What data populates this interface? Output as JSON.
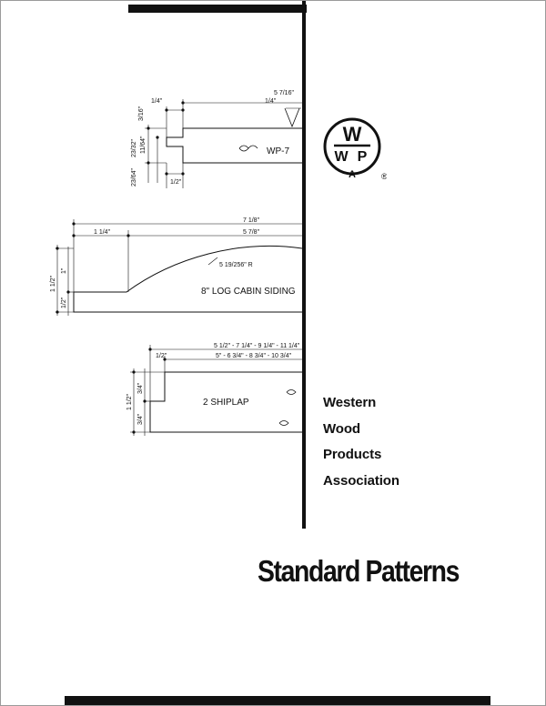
{
  "cover": {
    "title": "Standard Patterns",
    "organization": [
      "Western",
      "Wood",
      "Products",
      "Association"
    ]
  },
  "logo": {
    "letters": [
      "W",
      "W",
      "P",
      "A"
    ],
    "registered_mark": "®"
  },
  "drawings": {
    "wp7": {
      "label": "WP-7",
      "dims": {
        "overall": "5 7/16\"",
        "left_offset": "1/4\"",
        "right_offset": "1/4\"",
        "top_edge": "3/16\"",
        "v1": "23/32\"",
        "v2": "11/64\"",
        "v3": "23/64\"",
        "bottom": "1/2\""
      }
    },
    "log_cabin": {
      "label": "8\" LOG CABIN SIDING",
      "dims": {
        "overall": "7 1/8\"",
        "flat": "1 1/4\"",
        "face": "5 7/8\"",
        "radius": "5 19/256\" R",
        "thickness": "1 1/2\"",
        "upper": "1\"",
        "lower": "1/2\""
      }
    },
    "shiplap": {
      "label": "2 SHIPLAP",
      "dims": {
        "overall": "5 1/2\" - 7 1/4\" - 9 1/4\" - 11 1/4\"",
        "face": "5\" - 6 3/4\" - 8 3/4\" - 10 3/4\"",
        "lap": "1/2\"",
        "thickness": "1 1/2\"",
        "upper": "3/4\"",
        "lower": "3/4\""
      }
    }
  }
}
